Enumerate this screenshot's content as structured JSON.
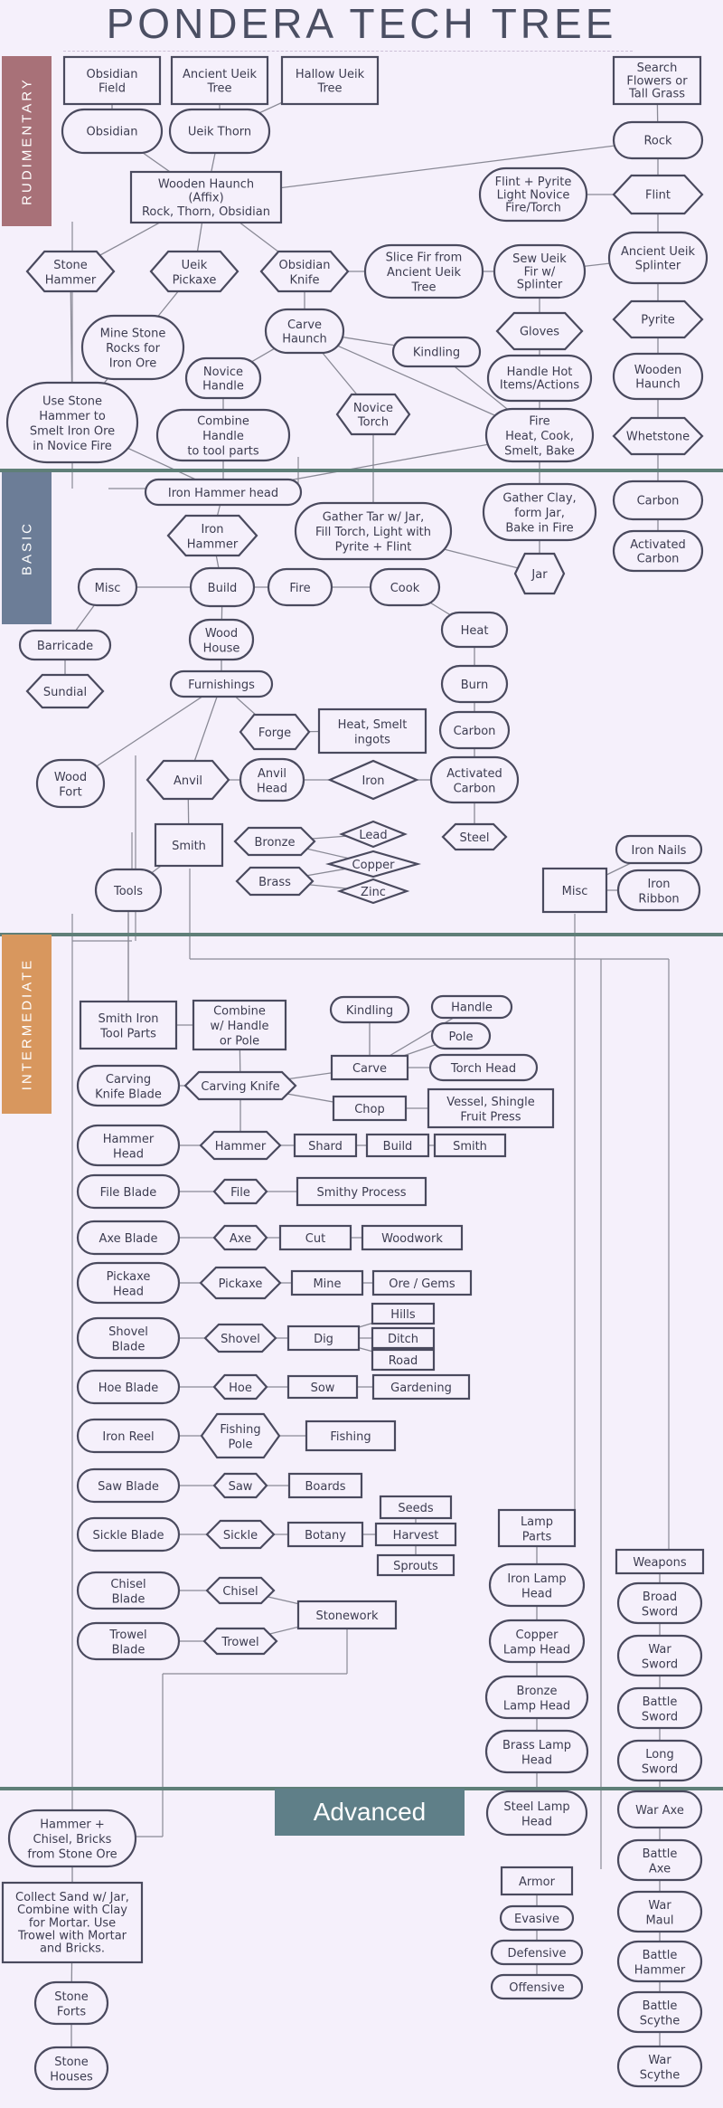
{
  "title": "PONDERA TECH TREE",
  "colors": {
    "background": "#f5f0fb",
    "stroke": "#4a4a5e",
    "edge": "#8a8a96",
    "rudimentary": "#a87178",
    "basic": "#6c7d97",
    "intermediate": "#d8975e",
    "advanced": "#5f7f88",
    "divider": "#5f7f78"
  },
  "sections": {
    "rudimentary": "RUDIMENTARY",
    "basic": "BASIC",
    "intermediate": "INTERMEDIATE",
    "advanced": "Advanced"
  },
  "nodes": {
    "obsidian_field": "Obsidian\nField",
    "ancient_ueik_tree": "Ancient Ueik\nTree",
    "hallow_ueik_tree": "Hallow Ueik\nTree",
    "search_flowers": "Search\nFlowers or\nTall Grass",
    "obsidian": "Obsidian",
    "ueik_thorn": "Ueik Thorn",
    "rock": "Rock",
    "flint_pyrite": "Flint + Pyrite\nLight Novice\nFire/Torch",
    "flint": "Flint",
    "wooden_haunch_affix": "Wooden Haunch\n(Affix)\nRock, Thorn, Obsidian",
    "stone_hammer": "Stone\nHammer",
    "ueik_pickaxe": "Ueik\nPickaxe",
    "obsidian_knife": "Obsidian\nKnife",
    "slice_fir": "Slice Fir from\nAncient Ueik\nTree",
    "sew_ueik_fir": "Sew Ueik\nFir w/\nSplinter",
    "ancient_ueik_splinter": "Ancient Ueik\nSplinter",
    "mine_stone": "Mine Stone\nRocks for\nIron Ore",
    "carve_haunch": "Carve\nHaunch",
    "gloves": "Gloves",
    "pyrite": "Pyrite",
    "novice_handle": "Novice\nHandle",
    "kindling_r": "Kindling",
    "handle_hot": "Handle Hot\nItems/Actions",
    "wooden_haunch": "Wooden\nHaunch",
    "use_stone_hammer": "Use Stone\nHammer to\nSmelt Iron Ore\nin Novice Fire",
    "combine_handle": "Combine\nHandle\nto tool parts",
    "novice_torch": "Novice\nTorch",
    "fire_heat": "Fire\nHeat, Cook,\nSmelt, Bake",
    "whetstone": "Whetstone",
    "iron_hammer_head": "Iron Hammer head",
    "gather_tar": "Gather Tar w/ Jar,\nFill Torch, Light with\nPyrite + Flint",
    "gather_clay": "Gather Clay,\nform Jar,\nBake in Fire",
    "carbon_r": "Carbon",
    "activated_carbon_r": "Activated\nCarbon",
    "iron_hammer": "Iron\nHammer",
    "misc_b": "Misc",
    "build_b": "Build",
    "fire_b": "Fire",
    "cook_b": "Cook",
    "jar_b": "Jar",
    "barricade": "Barricade",
    "wood_house": "Wood\nHouse",
    "heat_b": "Heat",
    "sundial": "Sundial",
    "furnishings": "Furnishings",
    "burn_b": "Burn",
    "forge": "Forge",
    "heat_smelt": "Heat, Smelt\ningots",
    "carbon_b": "Carbon",
    "wood_fort": "Wood\nFort",
    "anvil": "Anvil",
    "anvil_head": "Anvil\nHead",
    "iron_b": "Iron",
    "activated_carbon_b": "Activated\nCarbon",
    "bronze": "Bronze",
    "lead": "Lead",
    "steel_b": "Steel",
    "smith_b": "Smith",
    "copper": "Copper",
    "iron_nails": "Iron Nails",
    "tools_b": "Tools",
    "brass": "Brass",
    "zinc": "Zinc",
    "misc_b2": "Misc",
    "iron_ribbon": "Iron\nRibbon",
    "smith_iron_tool_parts": "Smith Iron\nTool Parts",
    "combine_handle_pole": "Combine\nw/ Handle\nor Pole",
    "kindling_i": "Kindling",
    "handle_i": "Handle",
    "pole_i": "Pole",
    "carving_knife_blade": "Carving\nKnife Blade",
    "carving_knife": "Carving Knife",
    "carve_i": "Carve",
    "torch_head": "Torch Head",
    "chop_i": "Chop",
    "vessel_shingle": "Vessel, Shingle\nFruit Press",
    "hammer_head": "Hammer\nHead",
    "hammer_i": "Hammer",
    "shard_i": "Shard",
    "build_i": "Build",
    "smith_i": "Smith",
    "file_blade": "File Blade",
    "file_i": "File",
    "smithy_process": "Smithy Process",
    "axe_blade": "Axe Blade",
    "axe_i": "Axe",
    "cut_i": "Cut",
    "woodwork": "Woodwork",
    "pickaxe_head": "Pickaxe\nHead",
    "pickaxe_i": "Pickaxe",
    "mine_i": "Mine",
    "ore_gems": "Ore / Gems",
    "hills": "Hills",
    "shovel_blade": "Shovel\nBlade",
    "shovel_i": "Shovel",
    "dig_i": "Dig",
    "ditch": "Ditch",
    "road": "Road",
    "hoe_blade": "Hoe Blade",
    "hoe_i": "Hoe",
    "sow_i": "Sow",
    "gardening": "Gardening",
    "iron_reel": "Iron Reel",
    "fishing_pole": "Fishing\nPole",
    "fishing": "Fishing",
    "saw_blade": "Saw Blade",
    "saw_i": "Saw",
    "boards": "Boards",
    "seeds": "Seeds",
    "lamp_parts": "Lamp\nParts",
    "weapons": "Weapons",
    "sickle_blade": "Sickle Blade",
    "sickle_i": "Sickle",
    "botany": "Botany",
    "harvest": "Harvest",
    "iron_lamp_head": "Iron Lamp\nHead",
    "broad_sword": "Broad\nSword",
    "sprouts": "Sprouts",
    "chisel_blade": "Chisel\nBlade",
    "chisel_i": "Chisel",
    "stonework": "Stonework",
    "copper_lamp_head": "Copper\nLamp Head",
    "war_sword": "War\nSword",
    "trowel_blade": "Trowel\nBlade",
    "trowel_i": "Trowel",
    "bronze_lamp_head": "Bronze\nLamp Head",
    "battle_sword": "Battle\nSword",
    "brass_lamp_head": "Brass Lamp\nHead",
    "long_sword": "Long\nSword",
    "hammer_chisel_bricks": "Hammer +\nChisel, Bricks\nfrom Stone Ore",
    "steel_lamp_head": "Steel Lamp\nHead",
    "war_axe": "War Axe",
    "collect_sand": "Collect Sand w/ Jar,\nCombine with Clay\nfor Mortar. Use\nTrowel with Mortar\nand Bricks.",
    "armor": "Armor",
    "battle_axe": "Battle\nAxe",
    "evasive": "Evasive",
    "war_maul": "War\nMaul",
    "defensive": "Defensive",
    "battle_hammer": "Battle\nHammer",
    "offensive": "Offensive",
    "stone_forts": "Stone\nForts",
    "battle_scythe": "Battle\nScythe",
    "stone_houses": "Stone\nHouses",
    "war_scythe": "War\nScythe"
  }
}
